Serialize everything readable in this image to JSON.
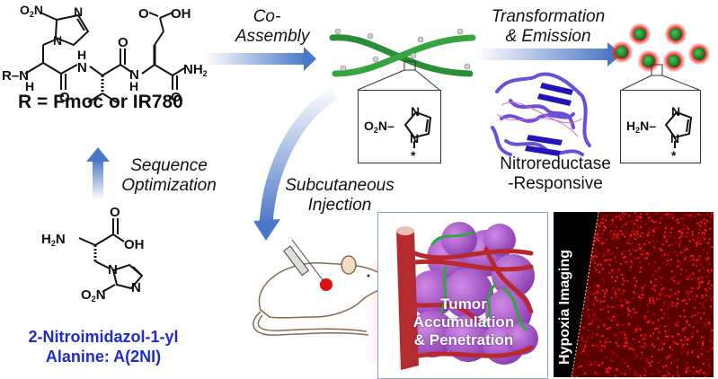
{
  "figure": {
    "peptide": {
      "r_group_label": "R = Fmoc or IR780",
      "atoms": {
        "o2n": "O2N",
        "n": "N",
        "h": "H",
        "nh2": "NH2",
        "o": "O",
        "oh": "OH",
        "r": "R"
      }
    },
    "steps": {
      "co_assembly": [
        "Co-",
        "Assembly"
      ],
      "transformation": [
        "Transformation",
        "& Emission"
      ],
      "sequence_optimization": [
        "Sequence",
        "Optimization"
      ],
      "subcutaneous_injection": [
        "Subcutaneous",
        "Injection"
      ]
    },
    "enzyme_label": [
      "Nitroreductase",
      "-Responsive"
    ],
    "monomer_caption": [
      "2-Nitroimidazol-1-yl",
      "Alanine: A(2NI)"
    ],
    "tumor_label": [
      "Tumor",
      "Accumulation",
      "& Penetration"
    ],
    "hypoxia_label": "Hypoxia Imaging",
    "inset_nitro": {
      "group": "O2N",
      "star": "*"
    },
    "inset_amino": {
      "group": "H2N",
      "star": "*"
    },
    "colors": {
      "arrow": "#4a78c8",
      "fiber": "#2e9a3a",
      "caption_blue": "#1f2ccc",
      "enzyme": "#6a4fd8",
      "tumor": "#a257c9",
      "vessel": "#b8282d",
      "red_emission": "#e8201e"
    }
  }
}
